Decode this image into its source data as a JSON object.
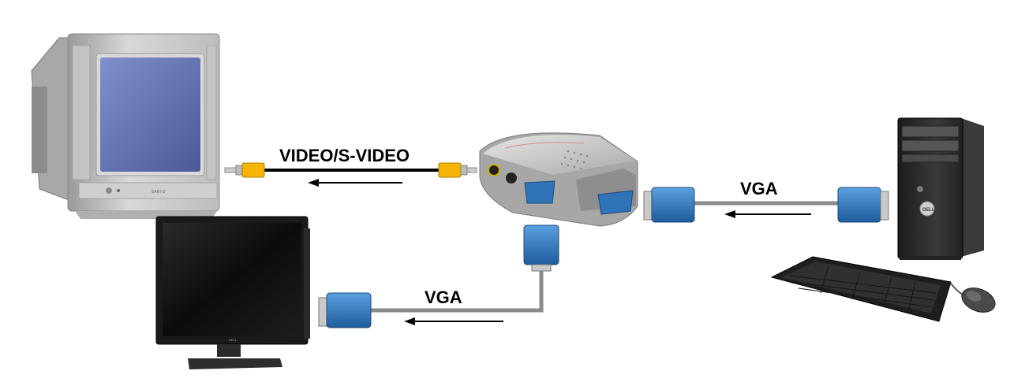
{
  "labels": {
    "tv_link": "VIDEO/S-VIDEO",
    "pc_link": "VGA",
    "monitor_link": "VGA"
  },
  "devices": {
    "tv_brand": "SANYO",
    "monitor_brand": "DELL",
    "pc_brand": "DELL"
  },
  "colors": {
    "vga_plug": "#2f74b8",
    "rca_plug": "#f4b400",
    "cable": "#8a8a8a",
    "screen": "#5a6fb0"
  }
}
